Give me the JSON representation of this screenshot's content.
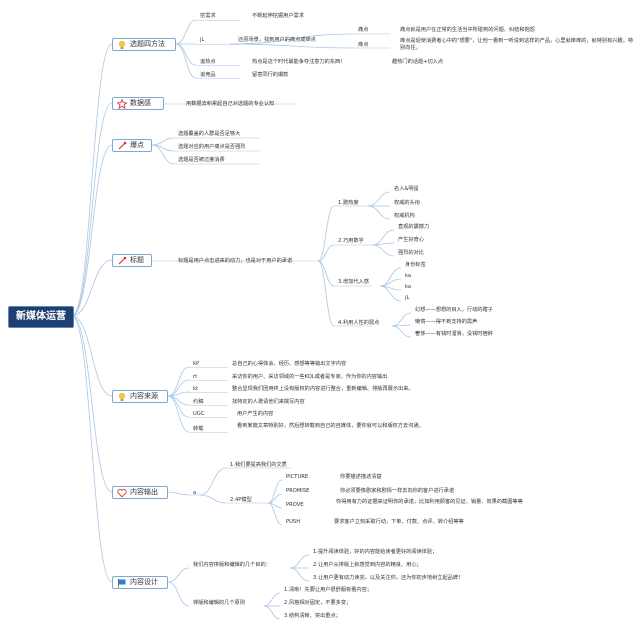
{
  "root": "新媒体运营",
  "cat1": {
    "label": "选题四方法",
    "b1": "挖需求",
    "b1n": "不断延伸挖掘用户需求",
    "b2": "jL",
    "b2n": "还原场景，找到用户的痛点或痒点",
    "b2a": "痛点",
    "b2an": "痛点就是用户在正常的生活当中所碰到的问题、纠结和抱怨",
    "b2b": "痒点",
    "b2bn": "痒点是促使消费者心中的\"想要\"，让他一看到一听说到这样的产品，心里就痒痒的，就特别有兴趣，特别向往。",
    "b3": "追热点",
    "b3n": "热点是这个时代最能争夺注意力的东西！",
    "b3m": "趣热门的话题+切入点",
    "b4": "追竞品",
    "b4n": "留意同行的爆款"
  },
  "cat2": {
    "label": "数据感",
    "n": "用数据去积累起自己对选题的专业认知"
  },
  "cat3": {
    "label": "爆点",
    "l1": "选题覆盖的人群是否足够大",
    "l2": "选题对应的用户痛点是否强烈",
    "l3": "选题是否被过度消费"
  },
  "cat4": {
    "label": "标题",
    "n": "标题是用户点击进来的动力，也是对于用户的承诺",
    "s1": "1.蹭热度",
    "s1a": "名人&明星",
    "s1b": "权威的头衔",
    "s1c": "权威机构",
    "s2": "2.巧用数字",
    "s2a": "直观的震撼力",
    "s2b": "产生好奇心",
    "s2c": "强烈的对比",
    "s3": "3.增加代入感",
    "s3a": "身份标签",
    "s3b": "ka",
    "s3c": "ka",
    "s3d": "jL",
    "s4": "4.利用人性的弱点",
    "s4a": "幻想——想想的目入，行动的瞎子",
    "s4b": "懒惰——得不到支持的需声",
    "s4c": "奢侈——有钱时溜滑，没钱时宿醉"
  },
  "cat5": {
    "label": "内容来源",
    "r1": "kP",
    "r1n": "总自己的心得体会、经历、感想等等输出文字内容",
    "r2": "rt",
    "r2n": "采访你的用户、采访领域的一些KOL或者是专家，作为你的内容输出",
    "r3": "kt",
    "r3n": "整合显现我们团用终上没有版权的内容进行整合，重新编辑、排版再展示出来。",
    "r4": "约稿",
    "r4n": "找特定的人邀请他们来撰写内容",
    "r5": "UGC",
    "r5n": "用户产生的内容",
    "r6": "转载",
    "r6n": "看到某篇文章特别好，然后想转载到自己的自媒体，要你就可以和版权方去沟通。"
  },
  "cat6": {
    "label": "内容输出",
    "a": "a",
    "o1": "1.我们要提高我们的文质",
    "o2": "2.4P模型",
    "p1": "PICTURE",
    "p1n": "你要描述描述清楚",
    "p2": "PROMISE",
    "p2n": "你必须要像剧家和剧情一样去向你的客户进行承诺",
    "p3": "PROVE",
    "p3n": "你得用有力的证据来证明你的承诺，比如利用顾客的见证、销量、效果的截图等等",
    "p4": "PUSH",
    "p4n": "要求客户立刻采取行动，下单、付款、点评、转介绍等等"
  },
  "cat7": {
    "label": "内容设计",
    "d1": "我们内容排版和编辑的几个目的：",
    "d1a": "1.提升阅读体验，好的内容能给读者更好的阅读体验；",
    "d1b": "2.让用户从排版上就感觉到内容的精良、用心；",
    "d1c": "3.让用户更有动力读完，以及关注你，还为你初步地树立起品牌！",
    "d2": "排版和编辑的几个原则",
    "d2a": "1.清晰！先要让用户很舒服有看内容；",
    "d2b": "2.风格相对固定，不要多变；",
    "d2c": "3.结构清晰、突出重点；"
  },
  "colors": {
    "root": "#1f3f6e",
    "border": "#7ea9d6",
    "line": "#a9c6e4"
  }
}
